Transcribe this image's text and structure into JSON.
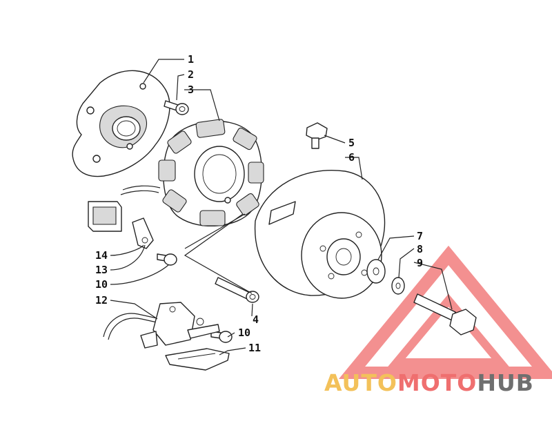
{
  "callouts": [
    {
      "id": "c1",
      "label": "1"
    },
    {
      "id": "c2",
      "label": "2"
    },
    {
      "id": "c3",
      "label": "3"
    },
    {
      "id": "c4",
      "label": "4"
    },
    {
      "id": "c5",
      "label": "5"
    },
    {
      "id": "c6",
      "label": "6"
    },
    {
      "id": "c7",
      "label": "7"
    },
    {
      "id": "c8",
      "label": "8"
    },
    {
      "id": "c9",
      "label": "9"
    },
    {
      "id": "c10a",
      "label": "10"
    },
    {
      "id": "c10b",
      "label": "10"
    },
    {
      "id": "c11",
      "label": "11"
    },
    {
      "id": "c12",
      "label": "12"
    },
    {
      "id": "c13",
      "label": "13"
    },
    {
      "id": "c14",
      "label": "14"
    }
  ],
  "watermark": {
    "part1": "AUTO",
    "part2": "MOTO",
    "part3": "HUB",
    "colors": {
      "auto": "#f3c15a",
      "moto": "#ef6f6f",
      "hub": "#6f6f6f",
      "triangle": "#f06b6b"
    }
  }
}
